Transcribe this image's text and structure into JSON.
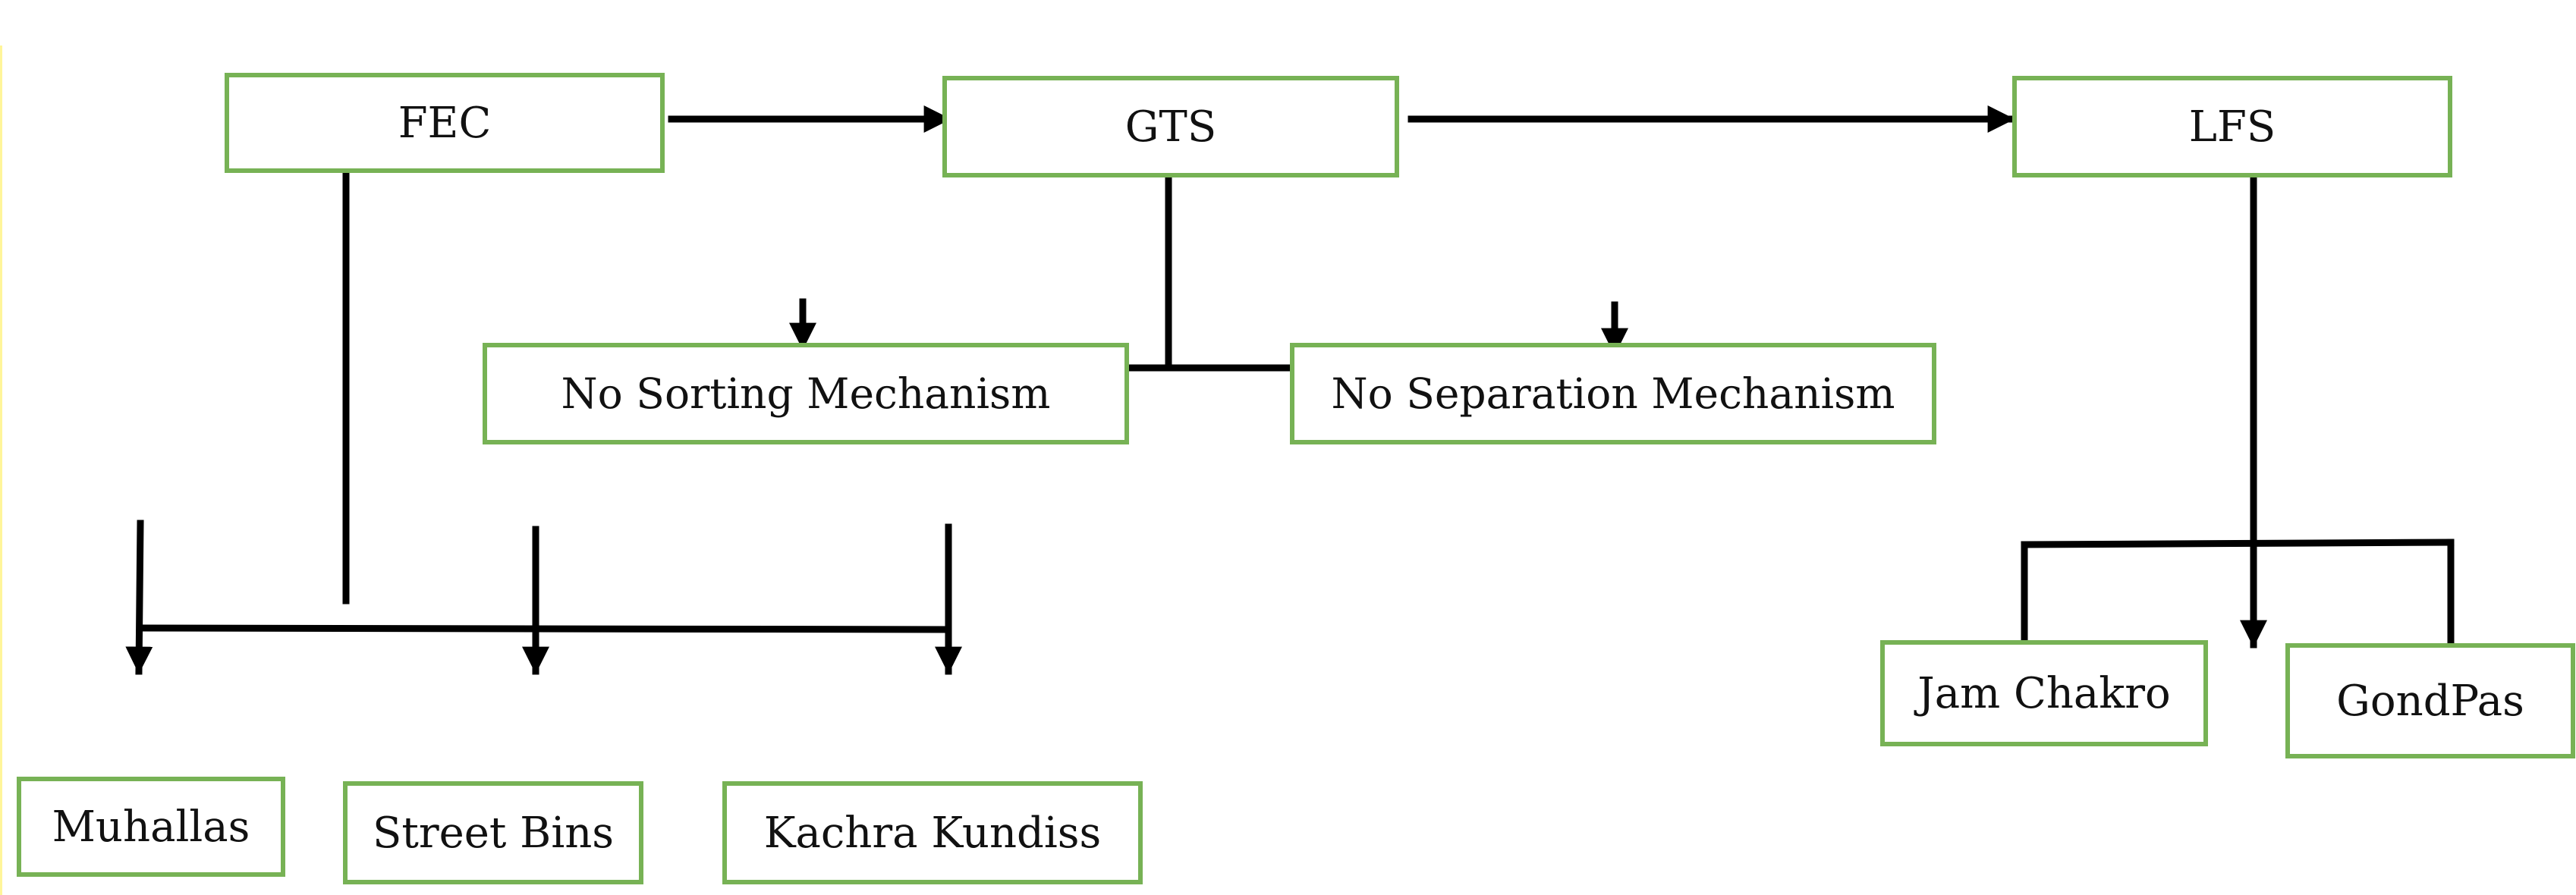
{
  "nodes": {
    "fec": "FEC",
    "gts": "GTS",
    "lfs": "LFS",
    "no_sorting": "No Sorting Mechanism",
    "no_separation": "No Separation Mechanism",
    "muhallas": "Muhallas",
    "street_bins": "Street Bins",
    "kachra_kundiss": "Kachra Kundiss",
    "jam_chakro": "Jam Chakro",
    "gondpas": "GondPas"
  },
  "colors": {
    "box_border": "#77b255",
    "line": "#000000",
    "text": "#111111"
  }
}
